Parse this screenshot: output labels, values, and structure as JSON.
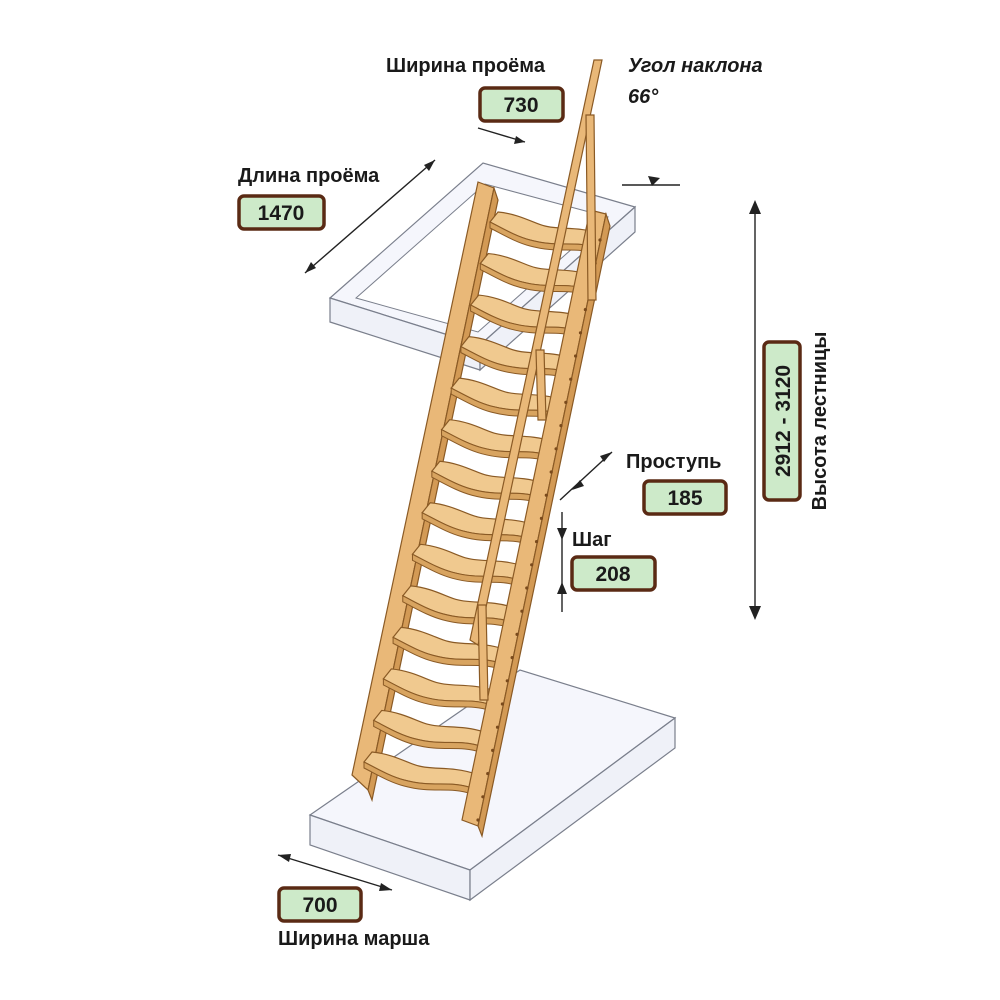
{
  "labels": {
    "opening_width": "Ширина проёма",
    "incline_angle": "Угол наклона",
    "incline_angle_value": "66°",
    "opening_length": "Длина проёма",
    "tread": "Проступь",
    "step": "Шаг",
    "stair_height": "Высота лестницы",
    "flight_width": "Ширина марша"
  },
  "values": {
    "opening_width": "730",
    "opening_length": "1470",
    "tread": "185",
    "step": "208",
    "stair_height": "2912 - 3120",
    "flight_width": "700"
  },
  "colors": {
    "badge_fill": "#cdeac9",
    "badge_border": "#5a2a14",
    "wood": "#e9b878"
  }
}
